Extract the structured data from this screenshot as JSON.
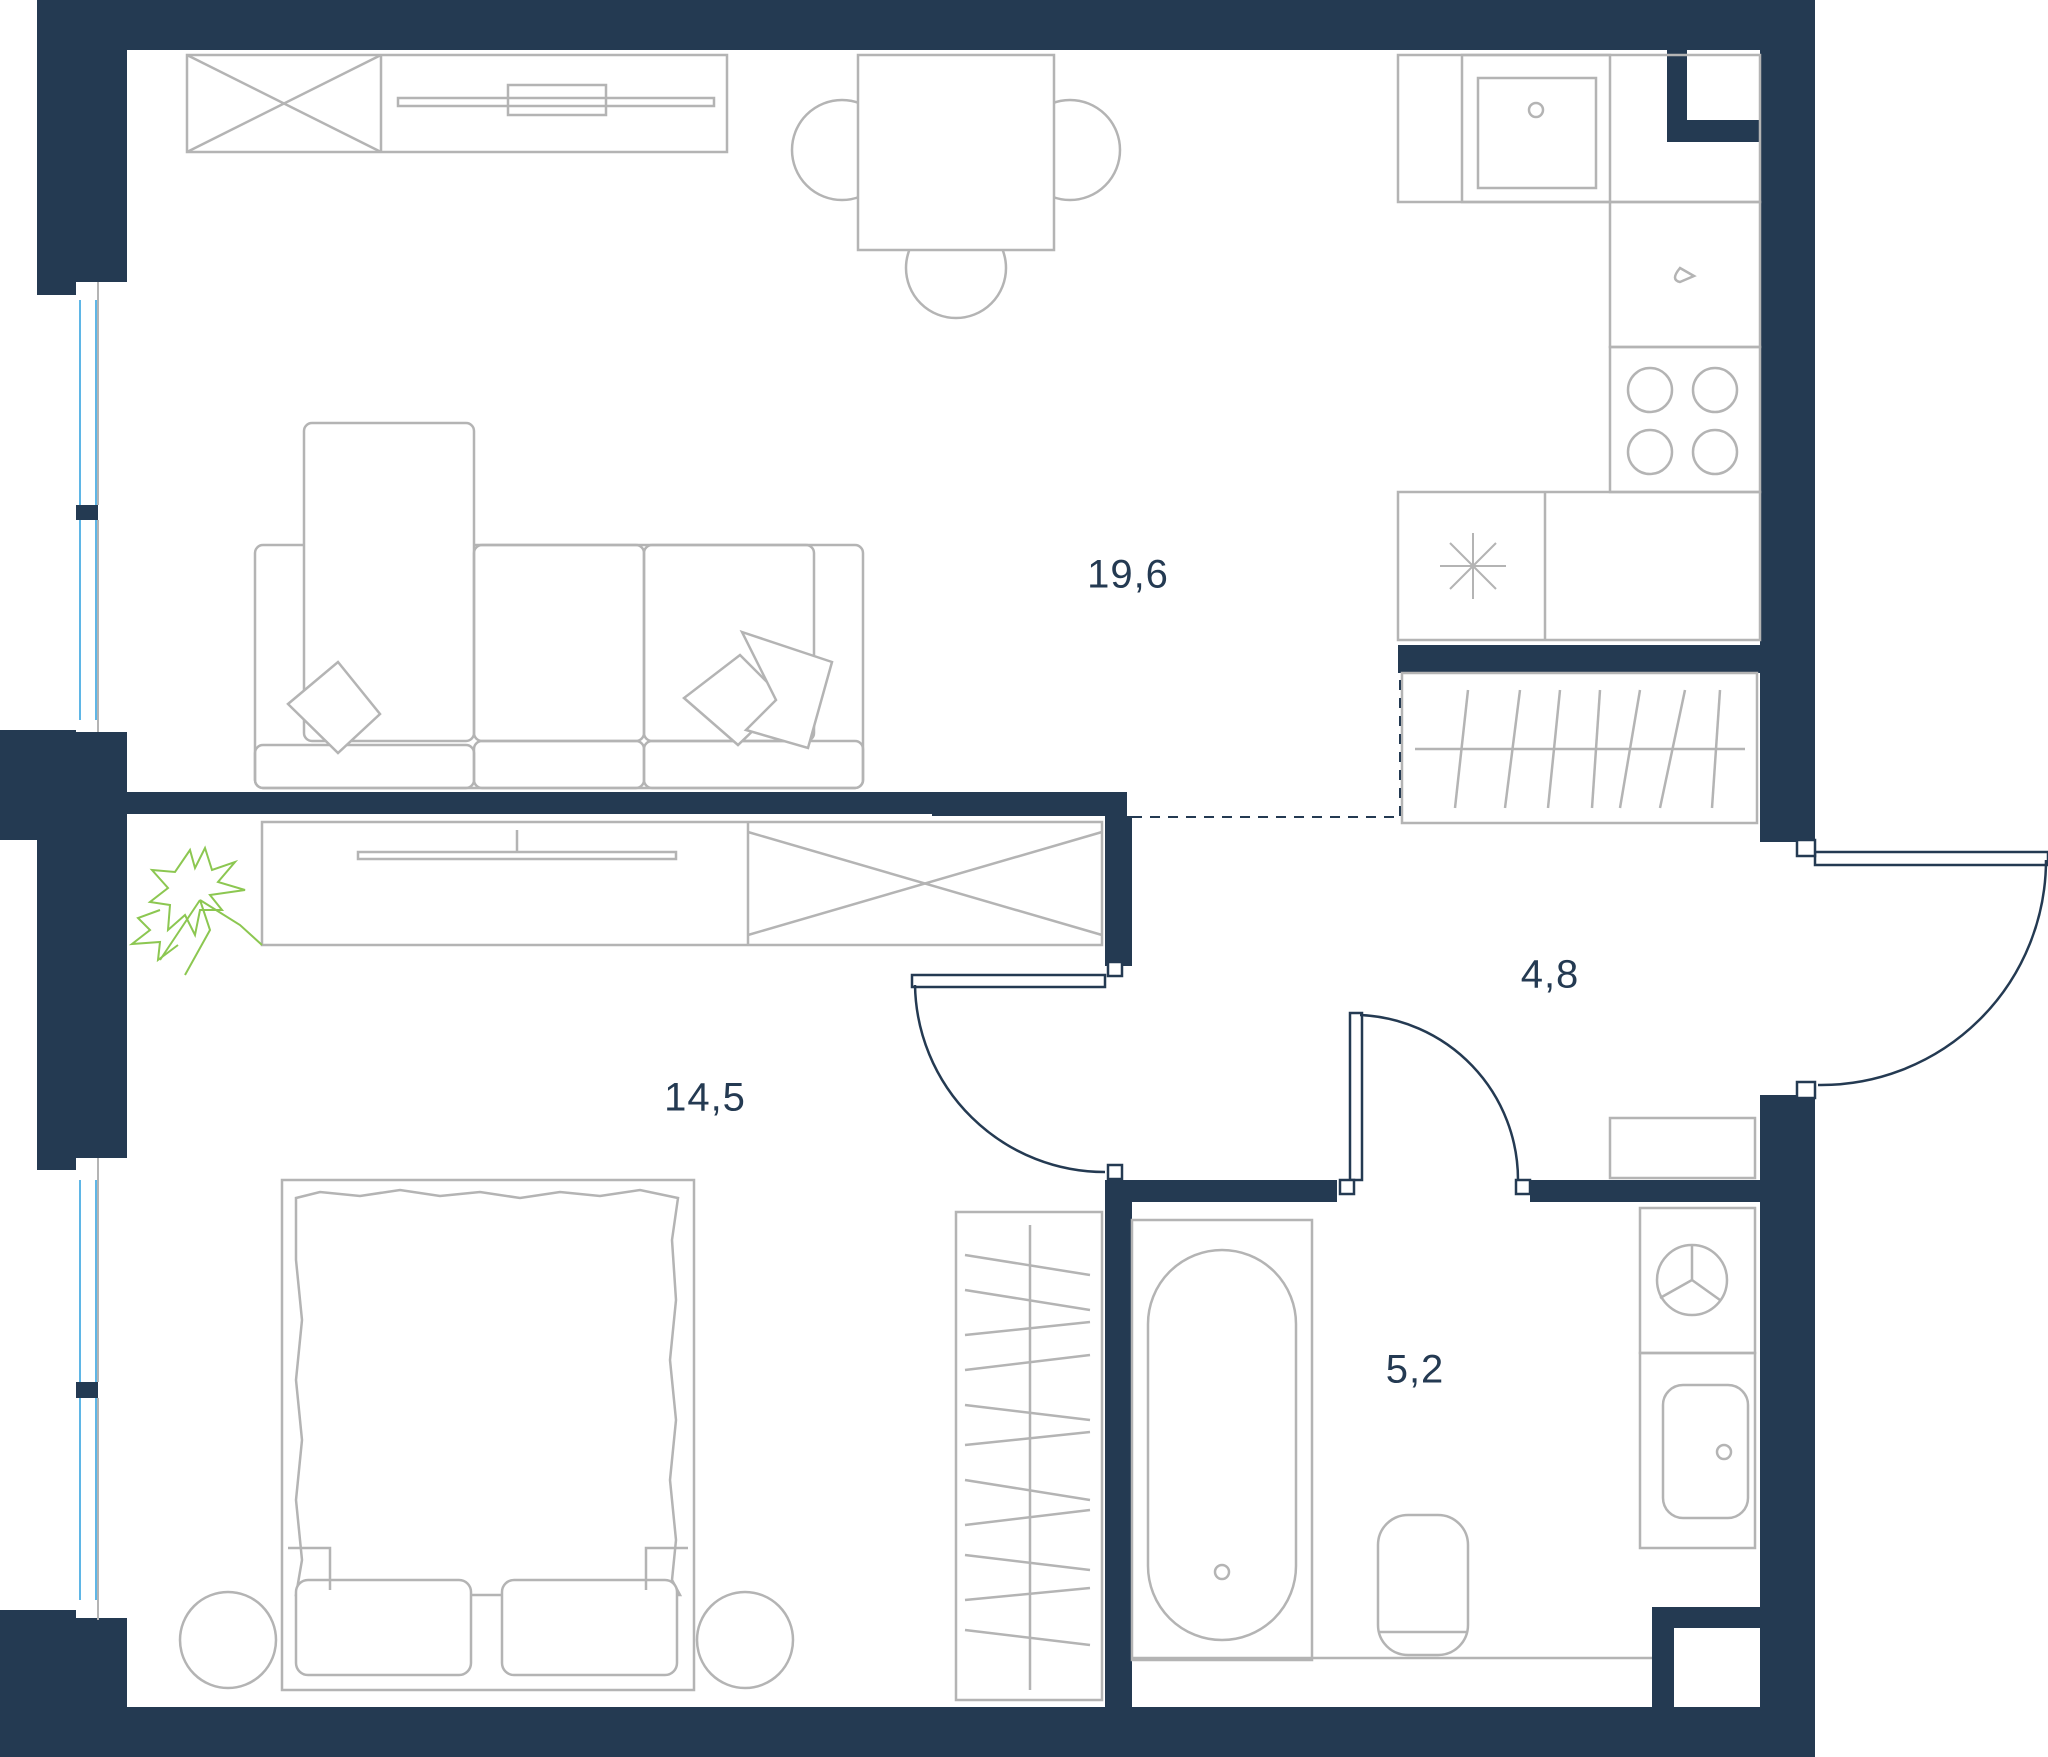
{
  "colors": {
    "wall": "#243a52",
    "furniture": "#b4b4b4",
    "window": "#5fb6e6",
    "plant": "#8cc751",
    "door": "#243a52"
  },
  "rooms": [
    {
      "id": "living-kitchen",
      "area": "19,6"
    },
    {
      "id": "hallway",
      "area": "4,8"
    },
    {
      "id": "bedroom",
      "area": "14,5"
    },
    {
      "id": "bathroom",
      "area": "5,2"
    }
  ]
}
